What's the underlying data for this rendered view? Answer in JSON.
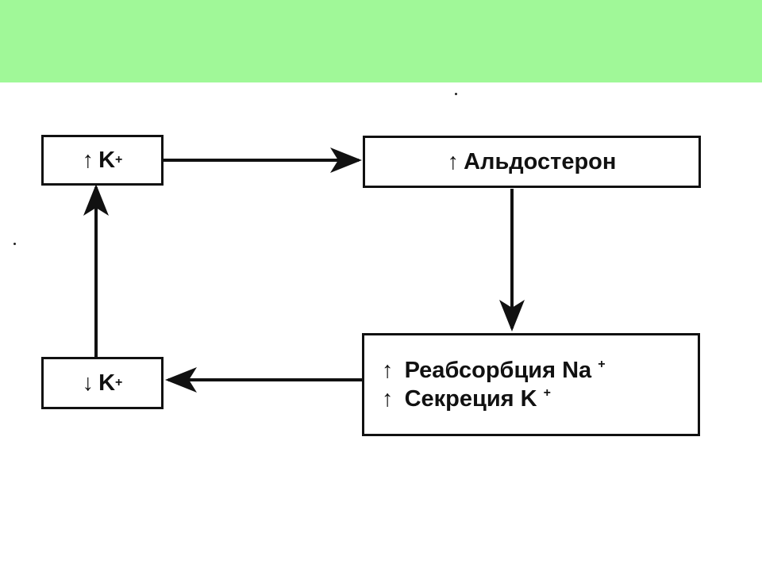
{
  "header": {
    "color": "#a0f898"
  },
  "nodes": {
    "k_up": {
      "arrow": "↑",
      "text": "K",
      "sup": "+"
    },
    "aldosterone": {
      "arrow": "↑",
      "text": "Альдостерон"
    },
    "effects": {
      "line1": {
        "arrow": "↑",
        "text": "Реабсорбция Na",
        "sup": "+"
      },
      "line2": {
        "arrow": "↑",
        "text": "Секреция K",
        "sup": "+"
      }
    },
    "k_down": {
      "arrow": "↓",
      "text": "K",
      "sup": "+"
    }
  },
  "edges": [
    {
      "from": "k_up",
      "to": "aldosterone"
    },
    {
      "from": "aldosterone",
      "to": "effects"
    },
    {
      "from": "effects",
      "to": "k_down"
    },
    {
      "from": "k_down",
      "to": "k_up"
    }
  ],
  "colors": {
    "stroke": "#111111",
    "background": "#ffffff"
  }
}
